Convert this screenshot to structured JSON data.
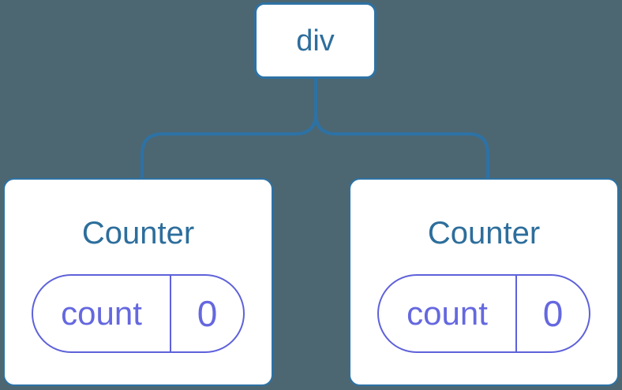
{
  "colors": {
    "bg": "#4C6772",
    "line": "#2D72A5",
    "blue-text": "#2D6E9C",
    "purple": "#5E61DA",
    "purple-text": "#6568DF",
    "card-bg": "#FFFFFF"
  },
  "tree": {
    "root": {
      "label": "div"
    },
    "children": [
      {
        "title": "Counter",
        "state": {
          "key": "count",
          "value": "0"
        }
      },
      {
        "title": "Counter",
        "state": {
          "key": "count",
          "value": "0"
        }
      }
    ]
  }
}
